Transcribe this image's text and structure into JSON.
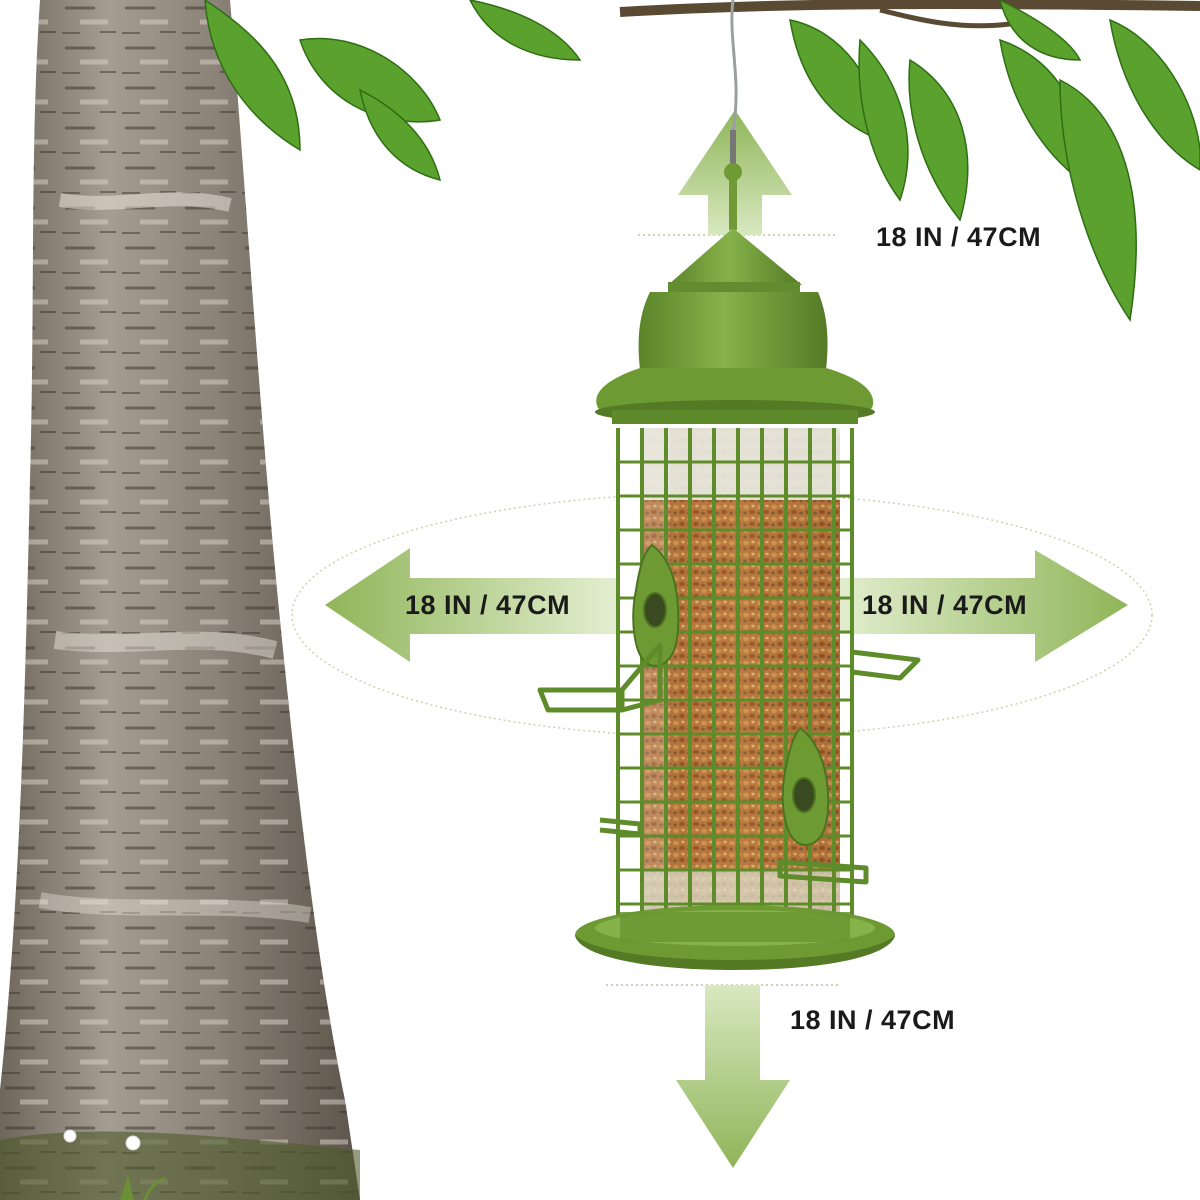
{
  "product": {
    "name": "bird-feeder",
    "color": "#6f9a35",
    "seed_color": "#b8713a"
  },
  "dimensions": {
    "top": "18 IN / 47CM",
    "left": "18 IN / 47CM",
    "right": "18 IN / 47CM",
    "bottom": "18 IN / 47CM"
  },
  "colors": {
    "arrow": "#a9c77a",
    "leaf": "#4f9a2a",
    "bark": "#8a8176",
    "background": "#ffffff"
  }
}
